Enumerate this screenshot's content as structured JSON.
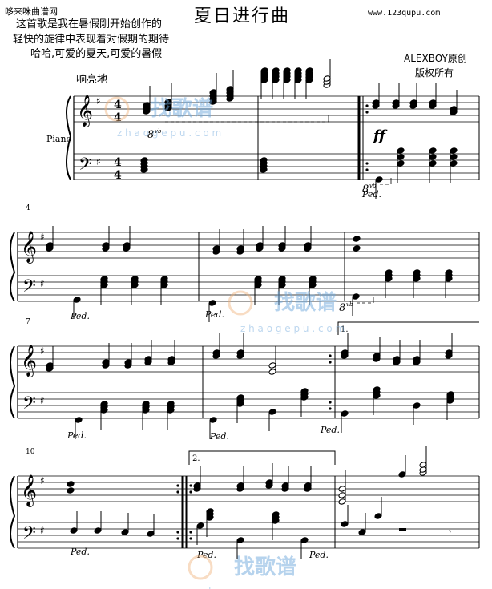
{
  "header": {
    "site_name": "哆来咪曲谱网",
    "title": "夏日进行曲",
    "url": "www.123qupu.com"
  },
  "description": [
    "这首歌是我在暑假刚开始创作的",
    "轻快的旋律中表现着对假期的期待",
    "哈哈,可爱的夏天,可爱的暑假"
  ],
  "credits": {
    "author": "ALEXBOY原创",
    "rights": "版权所有"
  },
  "score": {
    "dynamic_text": "响亮地",
    "instrument": "Piano",
    "time_signature": [
      "4",
      "4"
    ],
    "measure_numbers": [
      "4",
      "7",
      "10"
    ],
    "volta": [
      "1.",
      "2."
    ],
    "octave_mark": "8",
    "octave_suffix": "vb",
    "dynamic_mark": "ff",
    "pedal": "Ped."
  },
  "watermark": {
    "brand": "找歌谱",
    "domain": "zhaogepu.com",
    "domain_spaced": "z h a o g e p u . c o m"
  },
  "colors": {
    "watermark_blue": "#6fa8dc",
    "watermark_orange": "#f0b27a",
    "ink": "#000000"
  }
}
